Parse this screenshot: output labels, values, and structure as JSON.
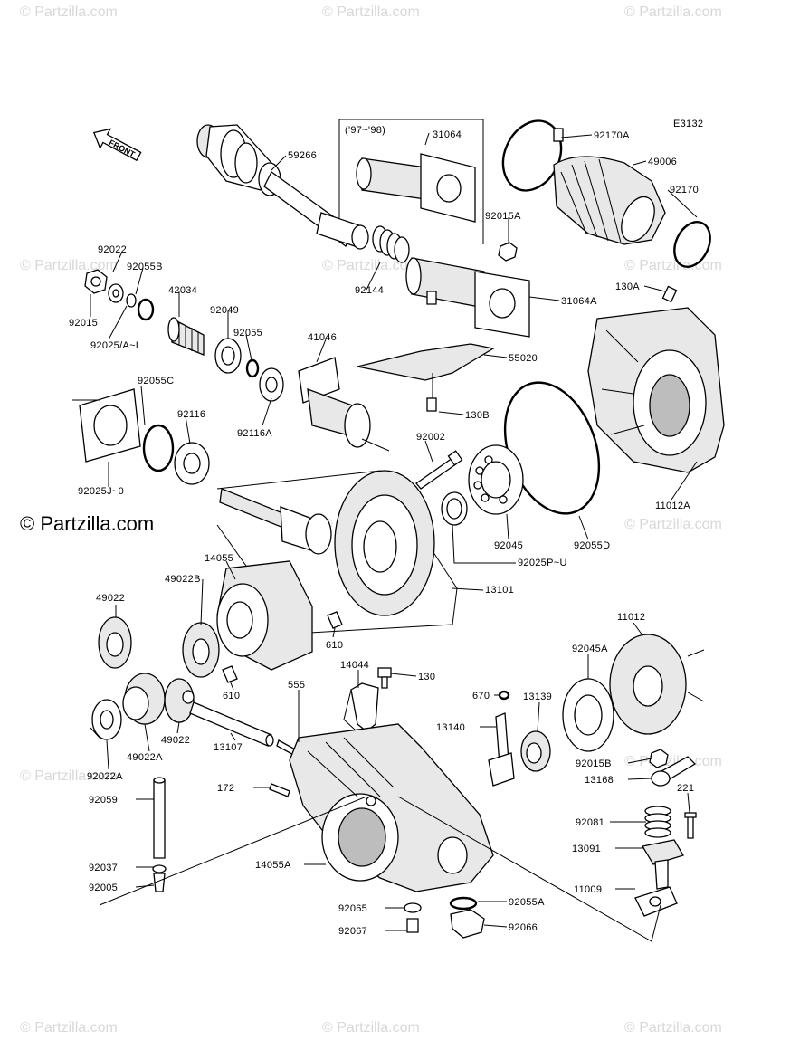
{
  "diagram_code": "E3132",
  "front_label": "FRONT",
  "year_range": "('97~'98)",
  "watermark": "© Partzilla.com",
  "watermark_main": "© Partzilla.com",
  "labels": {
    "p59266": "59266",
    "p31064": "31064",
    "p92170A": "92170A",
    "p49006": "49006",
    "p92170": "92170",
    "p92015A": "92015A",
    "p92022": "92022",
    "p92055B": "92055B",
    "p42034": "42034",
    "p92049": "92049",
    "p92055": "92055",
    "p92015": "92015",
    "p92025AI": "92025/A~I",
    "p92144": "92144",
    "p31064A": "31064A",
    "p130A": "130A",
    "p41046": "41046",
    "p55020": "55020",
    "p92055C": "92055C",
    "p92116": "92116",
    "p130B": "130B",
    "p92116A": "92116A",
    "p92002": "92002",
    "p92025J0": "92025J~0",
    "p11012A": "11012A",
    "p92045": "92045",
    "p92055D": "92055D",
    "p92025PU": "92025P~U",
    "p14055": "14055",
    "p49022B": "49022B",
    "p13101": "13101",
    "p49022top": "49022",
    "p610a": "610",
    "p11012": "11012",
    "p92045A": "92045A",
    "p14044": "14044",
    "p130": "130",
    "p555": "555",
    "p610b": "610",
    "p670": "670",
    "p13139": "13139",
    "p13140": "13140",
    "p49022bot": "49022",
    "p13107": "13107",
    "p49022A": "49022A",
    "p92022A": "92022A",
    "p92015B": "92015B",
    "p13168": "13168",
    "p172": "172",
    "p221": "221",
    "p92059": "92059",
    "p92081": "92081",
    "p13091": "13091",
    "p92037": "92037",
    "p14055A": "14055A",
    "p11009": "11009",
    "p92005": "92005",
    "p92065": "92065",
    "p92055A": "92055A",
    "p92067": "92067",
    "p92066": "92066"
  }
}
